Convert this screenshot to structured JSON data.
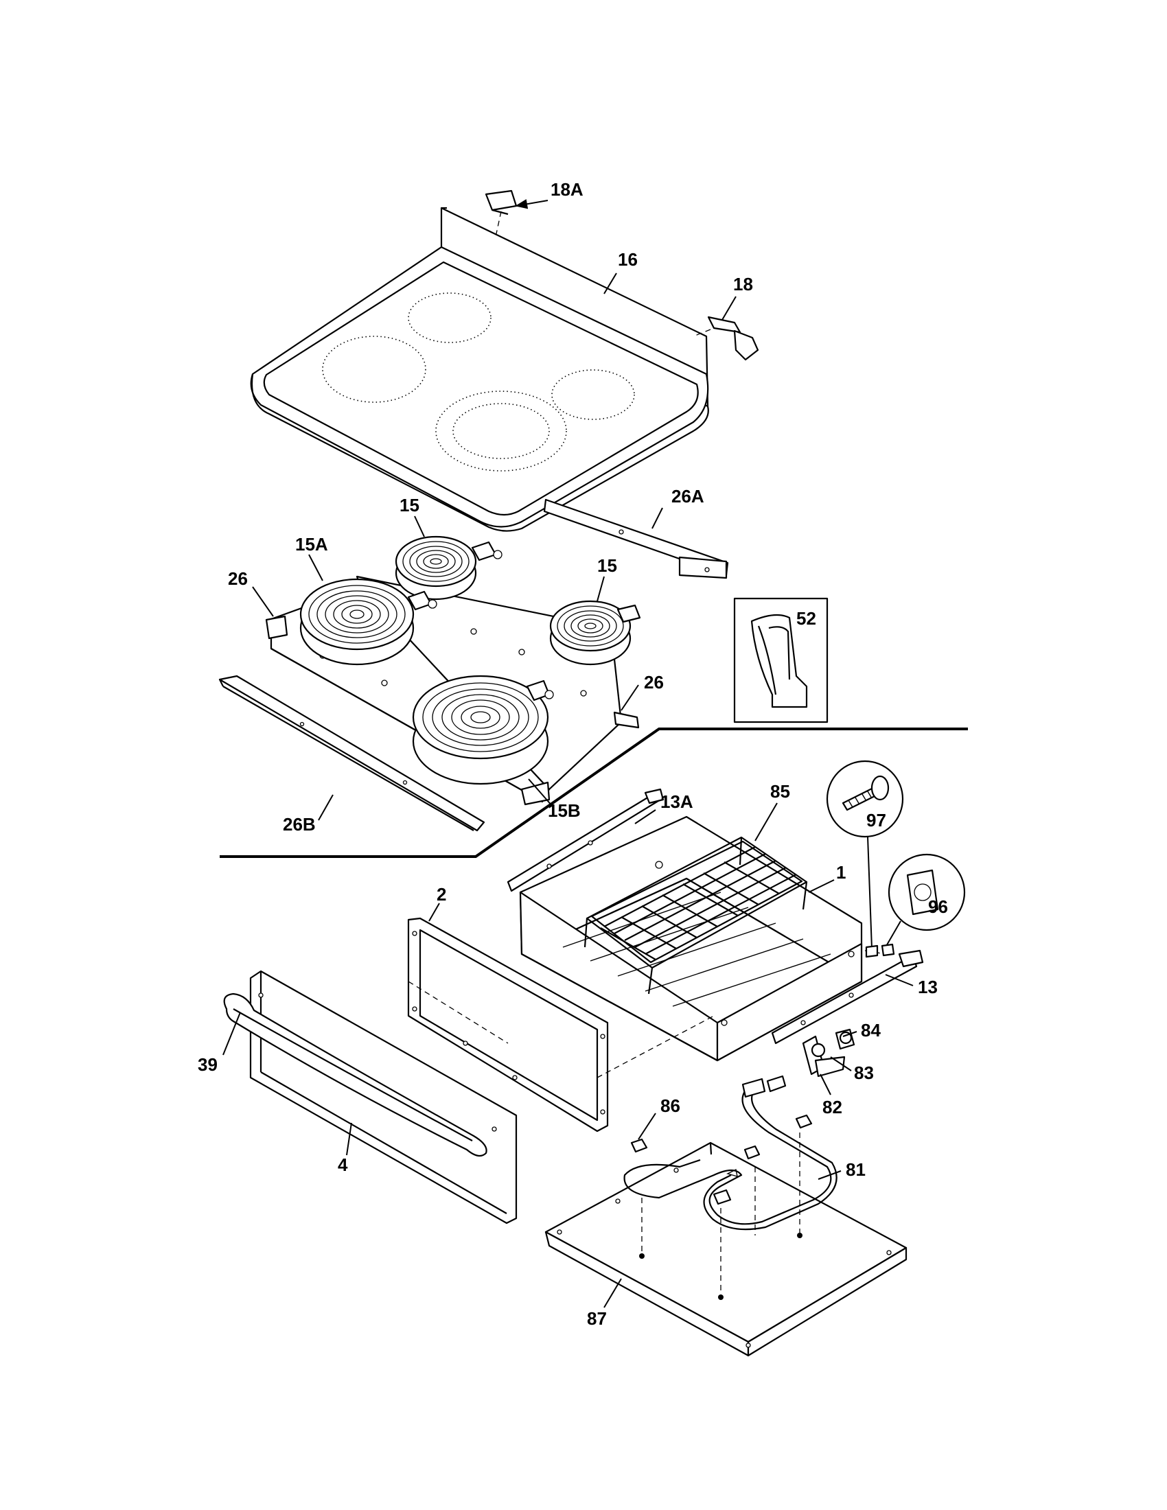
{
  "callouts": {
    "c18A": "18A",
    "c16": "16",
    "c18": "18",
    "c26A": "26A",
    "c15top": "15",
    "c15A": "15A",
    "c26left": "26",
    "c15right": "15",
    "c52": "52",
    "c26right": "26",
    "c15B": "15B",
    "c26B": "26B",
    "c13A": "13A",
    "c85": "85",
    "c97": "97",
    "c1": "1",
    "c96": "96",
    "c2": "2",
    "c13": "13",
    "c84": "84",
    "c39": "39",
    "c83": "83",
    "c86": "86",
    "c82": "82",
    "c81": "81",
    "c4": "4",
    "c87": "87"
  }
}
